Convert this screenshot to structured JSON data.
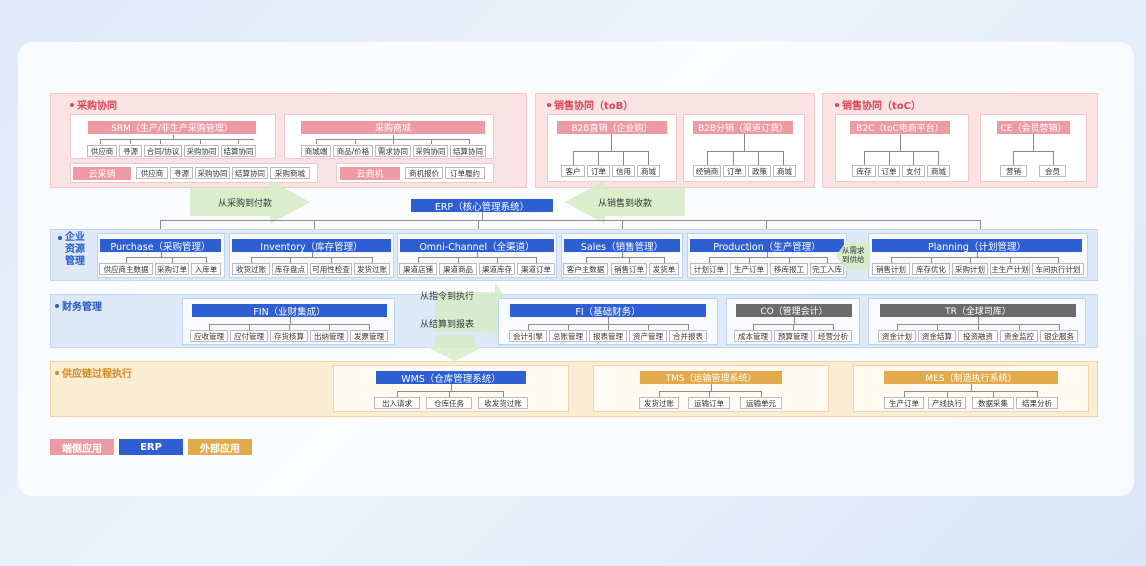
{
  "sections": {
    "procurement": "采购协同",
    "sales_tob": "销售协同（toB）",
    "sales_toc": "销售协同（toC）",
    "erp_side": [
      "企业",
      "资源",
      "管理"
    ],
    "finance": "财务管理",
    "supply_chain": "供应链过程执行"
  },
  "srm": {
    "title": "SRM（生产/非生产采购管理）",
    "items": [
      "供应商",
      "寻源",
      "合同/协议",
      "采购协同",
      "结算协同"
    ]
  },
  "mall": {
    "title": "采购商城",
    "items": [
      "商城端",
      "商品/价格",
      "需求协同",
      "采购协同",
      "结算协同"
    ]
  },
  "cloud_purchase": {
    "title": "云采销",
    "items": [
      "供应商",
      "寻源",
      "采购协同",
      "结算协同",
      "采购商城"
    ]
  },
  "cloud_biz": {
    "title": "云商机",
    "items": [
      "商机报价",
      "订单履约"
    ]
  },
  "b2b_direct": {
    "title": "B2B直销（企业购）",
    "items": [
      "客户",
      "订单",
      "信用",
      "商城"
    ]
  },
  "b2b_dist": {
    "title": "B2B分销（渠道订货）",
    "items": [
      "经销商",
      "订单",
      "政策",
      "商城"
    ]
  },
  "b2c": {
    "title": "B2C（toC电商平台）",
    "items": [
      "库存",
      "订单",
      "支付",
      "商城"
    ]
  },
  "ce": {
    "title": "CE（会员营销）",
    "items": [
      "营销",
      "会员"
    ]
  },
  "flows": {
    "purchase_to_pay": "从采购到付款",
    "sales_to_receipt": "从销售到收款",
    "instruction_to_exec": "从指令到执行",
    "settle_to_report": "从结算到报表",
    "demand_supply": [
      "从需求",
      "到供给"
    ]
  },
  "erp_core": "ERP（核心管理系统）",
  "erp_modules": [
    {
      "title": "Purchase（采购管理）",
      "items": [
        "供应商主数据",
        "采购订单",
        "入库单"
      ]
    },
    {
      "title": "Inventory（库存管理）",
      "items": [
        "收货过账",
        "库存盘点",
        "可用性检查",
        "发货过账"
      ]
    },
    {
      "title": "Omni-Channel（全渠道）",
      "items": [
        "渠道店铺",
        "渠道商品",
        "渠道库存",
        "渠道订单"
      ]
    },
    {
      "title": "Sales（销售管理）",
      "items": [
        "客户主数据",
        "销售订单",
        "发货单"
      ]
    },
    {
      "title": "Production（生产管理）",
      "items": [
        "计划订单",
        "生产订单",
        "移库报工",
        "完工入库"
      ]
    },
    {
      "title": "Planning（计划管理）",
      "items": [
        "销售计划",
        "库存优化",
        "采购计划",
        "主生产计划",
        "车间执行计划"
      ]
    }
  ],
  "fin": {
    "title": "FIN（业财集成）",
    "items": [
      "应收管理",
      "应付管理",
      "存货核算",
      "出纳管理",
      "发票管理"
    ]
  },
  "fi": {
    "title": "FI（基础财务）",
    "items": [
      "会计引擎",
      "总账管理",
      "报表管理",
      "资产管理",
      "合并报表"
    ]
  },
  "co": {
    "title": "CO（管理会计）",
    "items": [
      "成本管理",
      "预算管理",
      "经营分析"
    ]
  },
  "tr": {
    "title": "TR（全球司库）",
    "items": [
      "资金计划",
      "资金结算",
      "投资融资",
      "资金监控",
      "银企服务"
    ]
  },
  "wms": {
    "title": "WMS（仓库管理系统）",
    "items": [
      "出入请求",
      "仓库任务",
      "收发货过账"
    ]
  },
  "tms": {
    "title": "TMS（运输管理系统）",
    "items": [
      "发货过账",
      "运输订单",
      "运输单元"
    ]
  },
  "mes": {
    "title": "MES（制造执行系统）",
    "items": [
      "生产订单",
      "产线执行",
      "数据采集",
      "结果分析"
    ]
  },
  "legend": {
    "edge": "端侧应用",
    "erp": "ERP",
    "external": "外部应用"
  },
  "colors": {
    "pink": "#ee9aa3",
    "blue": "#2d5fd3",
    "orange": "#e3aa4d",
    "gray": "#6b6b6b"
  }
}
